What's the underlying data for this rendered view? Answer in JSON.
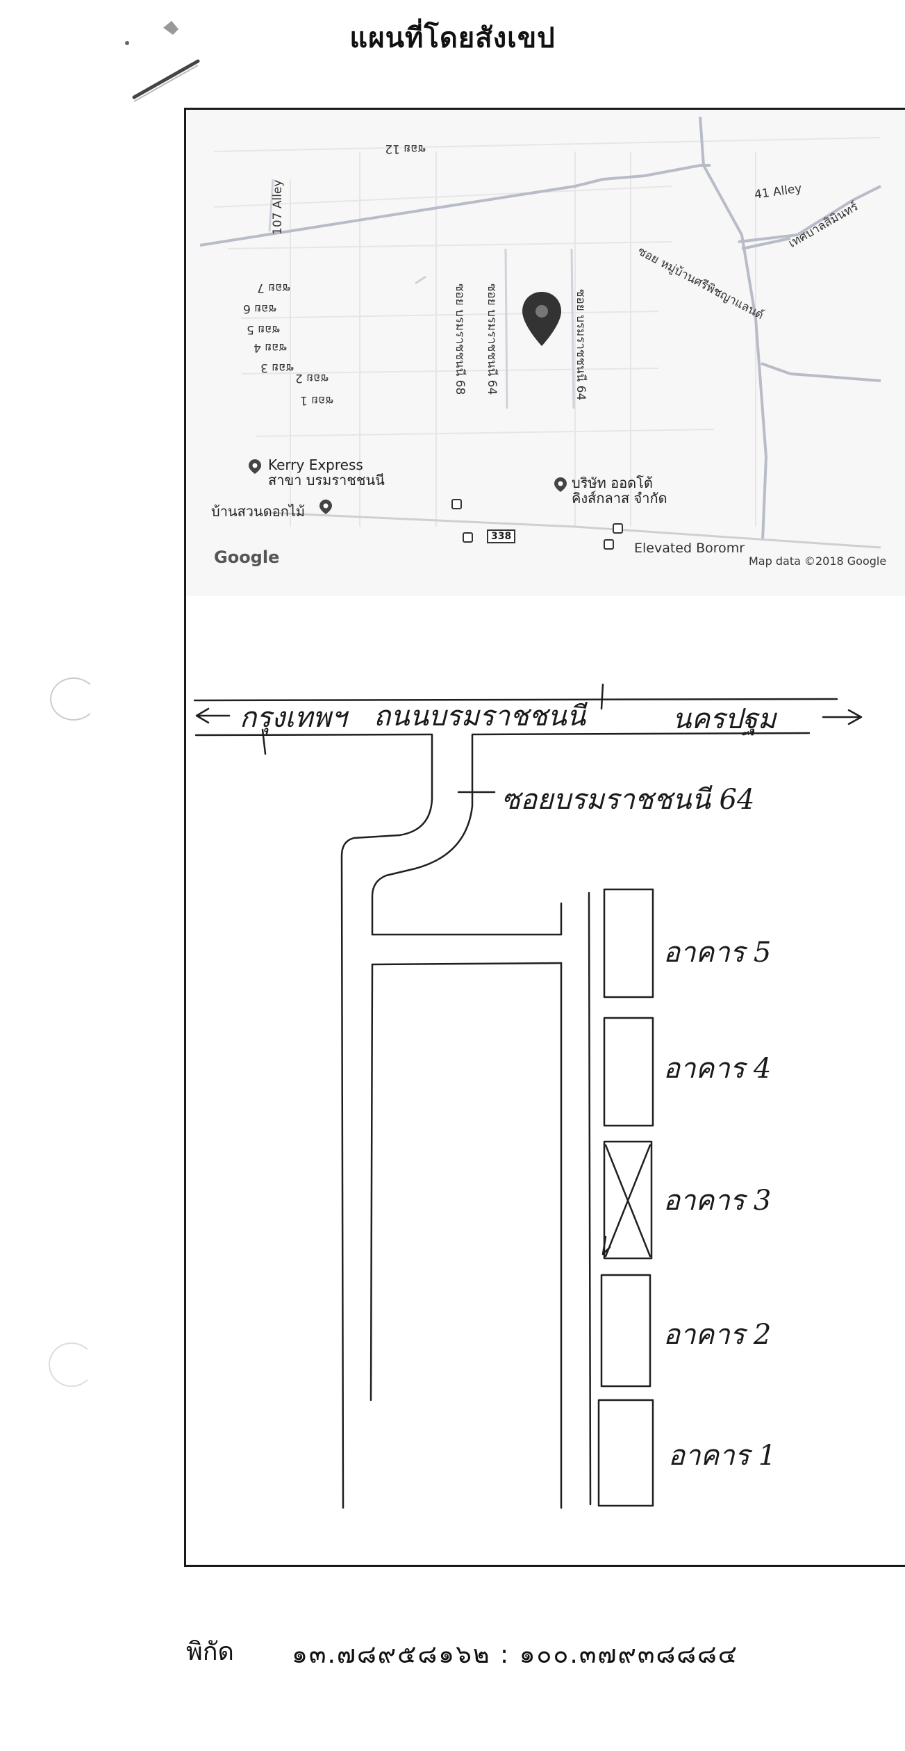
{
  "title": "แผนที่โดยสังเขป",
  "map": {
    "streets": {
      "soi12": "ซอย 12",
      "alley107": "107 Alley",
      "alley41": "41 Alley",
      "soi7": "ซอย 7",
      "soi6": "ซอย 6",
      "soi5": "ซอย 5",
      "soi4": "ซอย 4",
      "soi3": "ซอย 3",
      "soi2": "ซอย 2",
      "soi1": "ซอย 1",
      "soi_boromratchonnani_64": "ซอย บรมราชชนนี 64",
      "soi_boromratchonnani_68": "ซอย บรมราชชนนี 68",
      "soi_boromratchonnani_64b": "ซอย บรมราชชนนี 64",
      "soi_village": "ซอย หมู่บ้านศรีพิชญาแลนด์",
      "tessaban": "เทศบาลสิมินทร์"
    },
    "pois": {
      "kerry_line1": "Kerry Express",
      "kerry_line2": "สาขา บรมราชชนนี",
      "baan_suan": "บ้านสวนดอกไม้",
      "company_line1": "บริษัท ออดโต้",
      "company_line2": "คิงส์กลาส จำกัด"
    },
    "route_badge": "338",
    "elevated": "Elevated Boromr",
    "google": "Google",
    "map_data": "Map data ©2018 Google"
  },
  "sketch": {
    "to_bangkok": "กรุงเทพฯ",
    "road_name": "ถนนบรมราชชนนี",
    "to_nakhon_pathom": "นครปฐม",
    "soi_label": "ซอยบรมราชชนนี 64",
    "buildings": [
      "อาคาร 5",
      "อาคาร 4",
      "อาคาร 3",
      "อาคาร 2",
      "อาคาร 1"
    ]
  },
  "coordinates": {
    "label": "พิกัด",
    "value": "๑๓.๗๘๙๕๘๑๖๒ : ๑๐๐.๓๗๙๓๘๘๘๔"
  }
}
